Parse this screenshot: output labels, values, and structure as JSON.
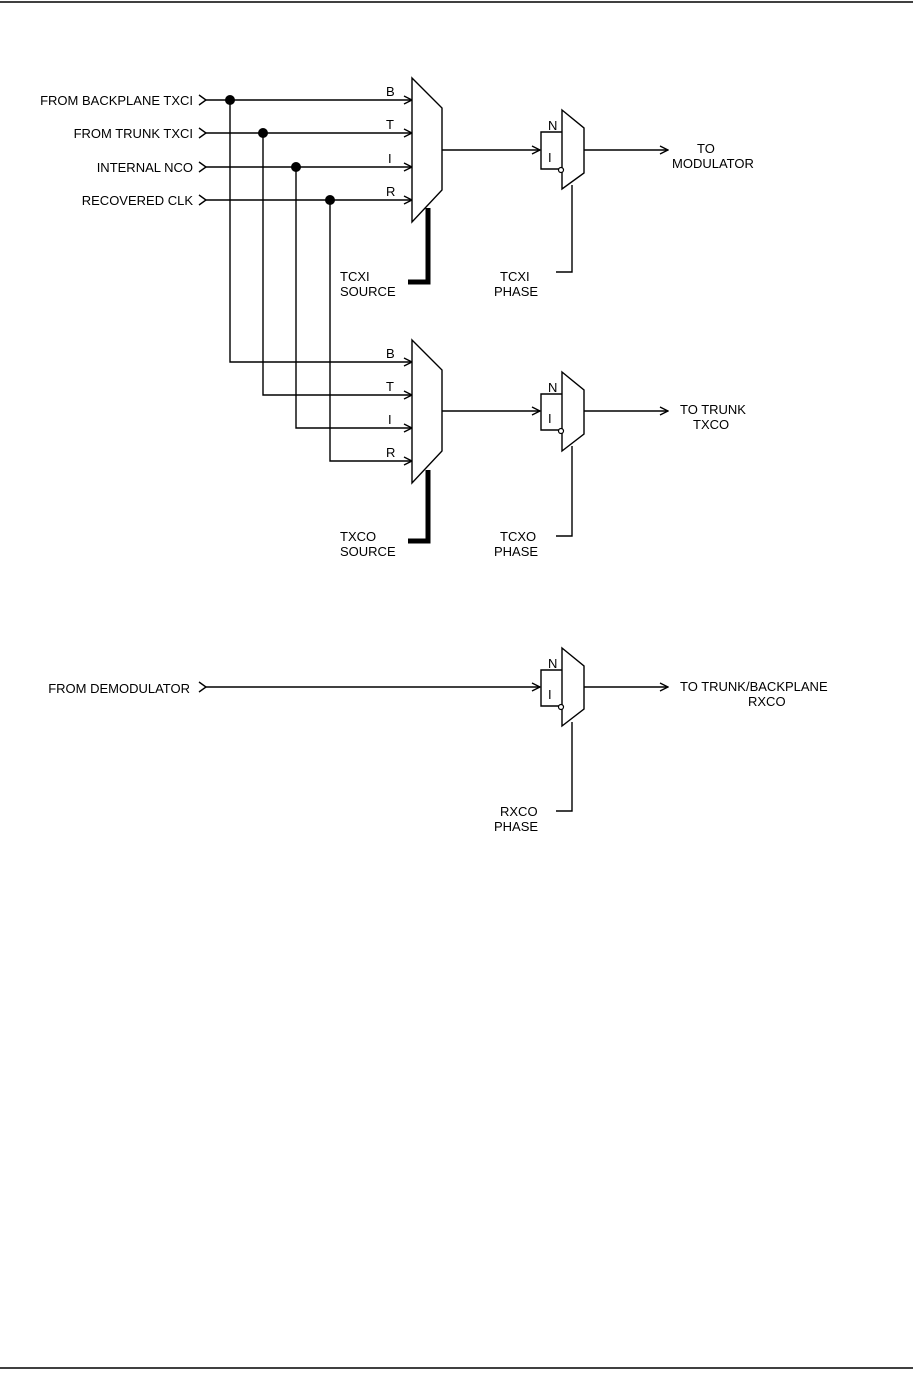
{
  "colors": {
    "line": "#000000",
    "background": "#ffffff"
  },
  "inputs": {
    "backplane_txci": "FROM BACKPLANE TXCI",
    "trunk_txci": "FROM TRUNK TXCI",
    "internal_nco": "INTERNAL NCO",
    "recovered_clk": "RECOVERED CLK",
    "demodulator": "FROM DEMODULATOR"
  },
  "mux_ports": {
    "b": "B",
    "t": "T",
    "i": "I",
    "r": "R"
  },
  "phase_ports": {
    "n": "N",
    "i": "I"
  },
  "controls": {
    "tcxi_source": [
      "TCXI",
      "SOURCE"
    ],
    "tcxi_phase": [
      "TCXI",
      "PHASE"
    ],
    "txco_source": [
      "TXCO",
      "SOURCE"
    ],
    "tcxo_phase": [
      "TCXO",
      "PHASE"
    ],
    "rxco_phase": [
      "RXCO",
      "PHASE"
    ]
  },
  "outputs": {
    "modulator": [
      "TO",
      "MODULATOR"
    ],
    "trunk_txco": [
      "TO TRUNK",
      "TXCO"
    ],
    "trunk_backplane_rxco": [
      "TO TRUNK/BACKPLANE",
      "RXCO"
    ]
  }
}
